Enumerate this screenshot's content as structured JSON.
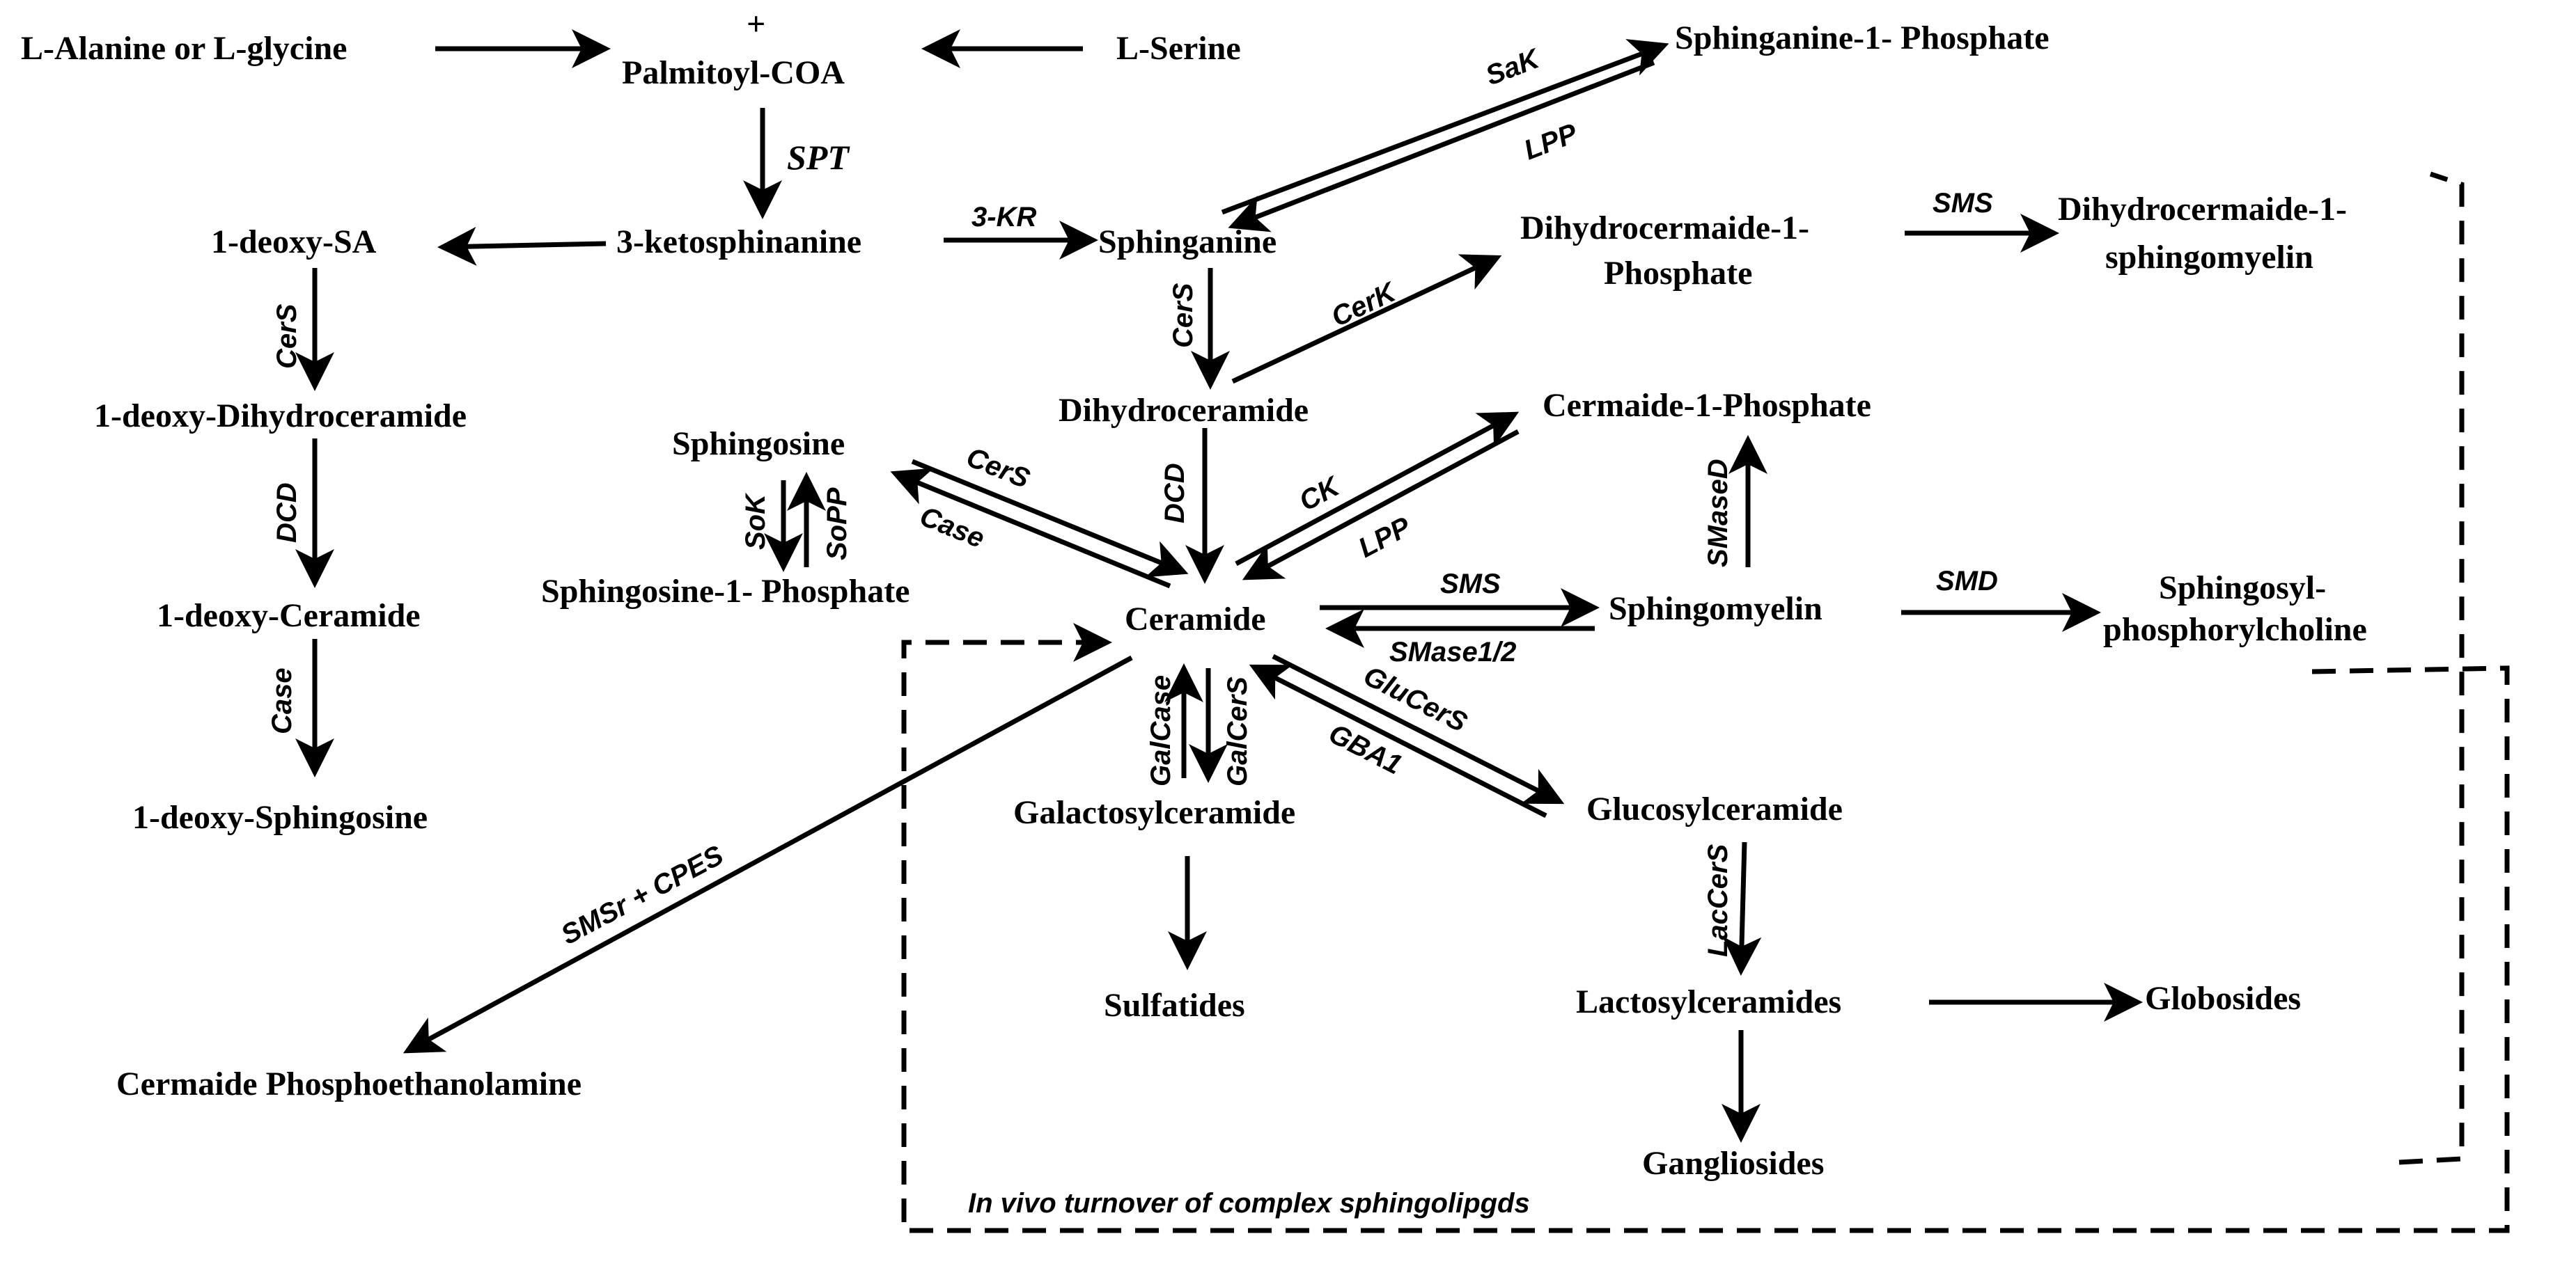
{
  "nodes": {
    "l_alanine_glycine": "L-Alanine or L-glycine",
    "plus_sign": "+",
    "palmitoyl_coa": "Palmitoyl-COA",
    "l_serine": "L-Serine",
    "sphinganine_1_phosphate": "Sphinganine-1- Phosphate",
    "one_deoxy_sa": "1-deoxy-SA",
    "three_ketosphinanine": "3-ketosphinanine",
    "sphinganine": "Sphinganine",
    "dihydroceramide_1_phosphate_line1": "Dihydrocermaide-1-",
    "dihydroceramide_1_phosphate_line2": "Phosphate",
    "dihydroceramide_1_sphingomyelin_line1": "Dihydrocermaide-1-",
    "dihydroceramide_1_sphingomyelin_line2": "sphingomyelin",
    "one_deoxy_dihydroceramide": "1-deoxy-Dihydroceramide",
    "dihydroceramide": "Dihydroceramide",
    "ceramide_1_phosphate": "Cermaide-1-Phosphate",
    "sphingosine": "Sphingosine",
    "sphingosine_1_phosphate": "Sphingosine-1- Phosphate",
    "one_deoxy_ceramide": "1-deoxy-Ceramide",
    "ceramide": "Ceramide",
    "sphingomyelin": "Sphingomyelin",
    "sphingosylphosphorylcholine_line1": "Sphingosyl-",
    "sphingosylphosphorylcholine_line2": "phosphorylcholine",
    "one_deoxy_sphingosine": "1-deoxy-Sphingosine",
    "galactosylceramide": "Galactosylceramide",
    "glucosylceramide": "Glucosylceramide",
    "sulfatides": "Sulfatides",
    "lactosylceramides": "Lactosylceramides",
    "globosides": "Globosides",
    "ceramide_phosphoethanolamine": "Cermaide Phosphoethanolamine",
    "gangliosides": "Gangliosides"
  },
  "enzymes": {
    "spt": "SPT",
    "three_kr": "3-KR",
    "sak": "SaK",
    "lpp_top": "LPP",
    "sms_top": "SMS",
    "cers_deoxy": "CerS",
    "cers_sphinganine": "CerS",
    "cerk": "CerK",
    "dcd_deoxy": "DCD",
    "dcd_dihydro": "DCD",
    "cers_sphingosine": "CerS",
    "case_sphingosine": "Case",
    "sok": "SoK",
    "sopp": "SoPP",
    "ck": "CK",
    "lpp_mid": "LPP",
    "smased": "SMaseD",
    "case_deoxy": "Case",
    "sms_mid": "SMS",
    "smase12": "SMase1/2",
    "smd": "SMD",
    "glucers": "GluCerS",
    "gba1": "GBA1",
    "galcase": "GalCase",
    "galcers": "GalCerS",
    "lacCers": "LacCerS",
    "smsr_cpes": "SMSr + CPES"
  },
  "notes": {
    "in_vivo": "In vivo turnover of complex sphingolipgds"
  }
}
